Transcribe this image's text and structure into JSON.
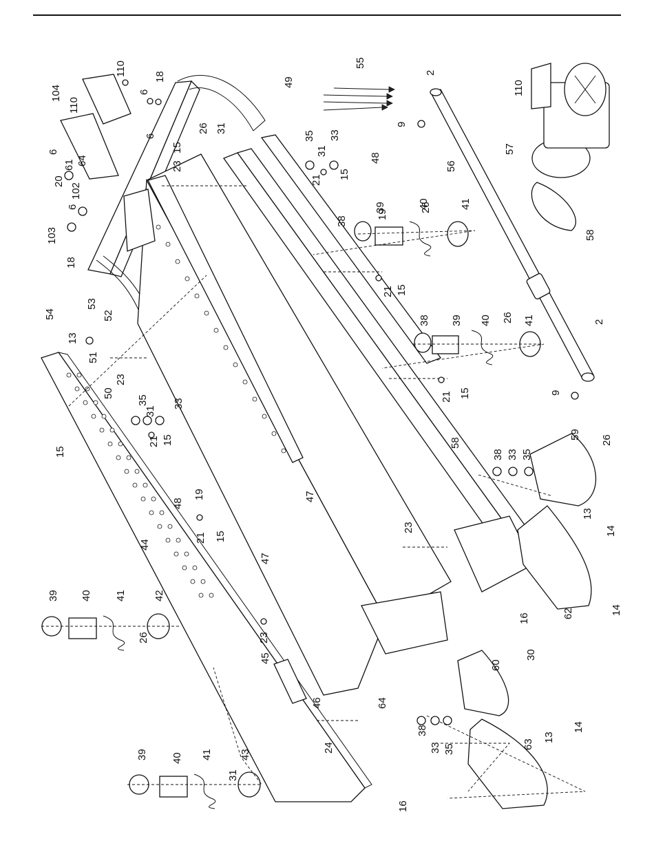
{
  "diagram": {
    "callouts": [
      "2",
      "2",
      "6",
      "6",
      "6",
      "6",
      "9",
      "9",
      "13",
      "13",
      "13",
      "14",
      "14",
      "14",
      "15",
      "15",
      "15",
      "15",
      "15",
      "15",
      "15",
      "16",
      "16",
      "18",
      "18",
      "19",
      "19",
      "20",
      "21",
      "21",
      "21",
      "21",
      "21",
      "23",
      "23",
      "23",
      "23",
      "24",
      "26",
      "26",
      "26",
      "26",
      "26",
      "30",
      "31",
      "31",
      "31",
      "31",
      "33",
      "33",
      "33",
      "33",
      "35",
      "35",
      "35",
      "35",
      "38",
      "38",
      "38",
      "38",
      "39",
      "39",
      "39",
      "39",
      "40",
      "40",
      "40",
      "40",
      "41",
      "41",
      "41",
      "41",
      "42",
      "43",
      "44",
      "45",
      "46",
      "47",
      "47",
      "48",
      "48",
      "49",
      "50",
      "51",
      "52",
      "53",
      "54",
      "55",
      "56",
      "57",
      "58",
      "58",
      "59",
      "60",
      "61",
      "62",
      "63",
      "64",
      "64",
      "102",
      "103",
      "104",
      "110",
      "110",
      "110"
    ]
  }
}
